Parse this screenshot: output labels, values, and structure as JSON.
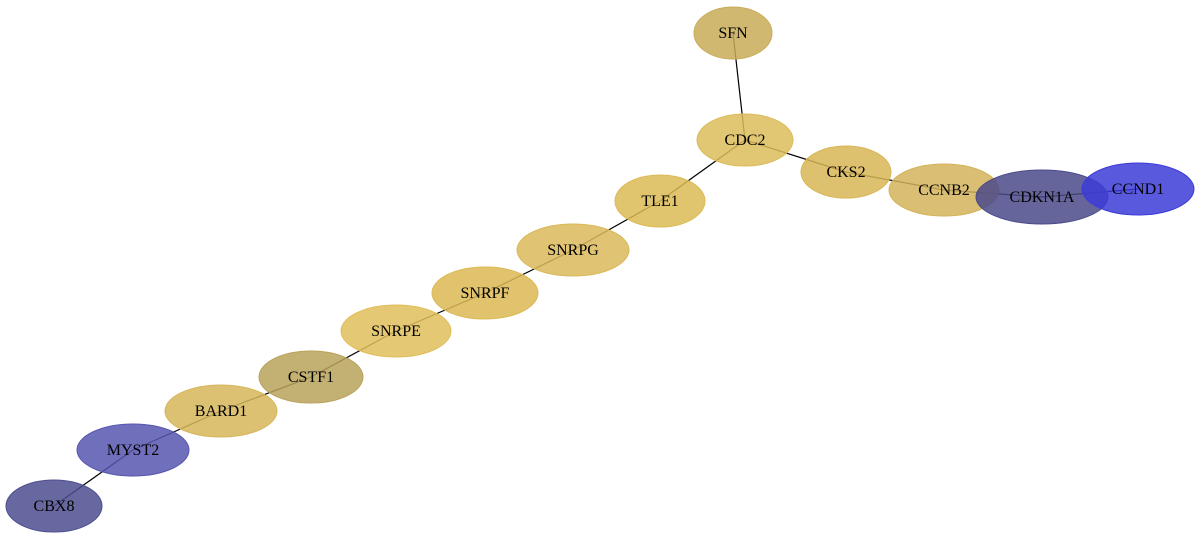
{
  "colors": {
    "gold": "#D6AE3E",
    "gold_light": "#DDB853",
    "olive": "#B8A055",
    "slate_blue": "#4E4E95",
    "periwinkle": "#5A5AB5",
    "bright_blue": "#4C4CE0",
    "edge": "#000000"
  },
  "nodes": [
    {
      "id": "SFN",
      "label": "SFN",
      "color": "#C9AC58"
    },
    {
      "id": "CDC2",
      "label": "CDC2",
      "color": "#DCBC5A"
    },
    {
      "id": "CKS2",
      "label": "CKS2",
      "color": "#D8B656"
    },
    {
      "id": "CCNB2",
      "label": "CCNB2",
      "color": "#D3B35A"
    },
    {
      "id": "CDKN1A",
      "label": "CDKN1A",
      "color": "#4A4A8A"
    },
    {
      "id": "CCND1",
      "label": "CCND1",
      "color": "#3C3CD8"
    },
    {
      "id": "TLE1",
      "label": "TLE1",
      "color": "#DCBA55"
    },
    {
      "id": "SNRPG",
      "label": "SNRPG",
      "color": "#DAB95A"
    },
    {
      "id": "SNRPF",
      "label": "SNRPF",
      "color": "#DCB955"
    },
    {
      "id": "SNRPE",
      "label": "SNRPE",
      "color": "#E0BE5A"
    },
    {
      "id": "CSTF1",
      "label": "CSTF1",
      "color": "#B9A25A"
    },
    {
      "id": "BARD1",
      "label": "BARD1",
      "color": "#D6B65B"
    },
    {
      "id": "MYST2",
      "label": "MYST2",
      "color": "#5656B0"
    },
    {
      "id": "CBX8",
      "label": "CBX8",
      "color": "#4E4E90"
    }
  ],
  "edges": [
    {
      "source": "SFN",
      "target": "CDC2"
    },
    {
      "source": "CDC2",
      "target": "CKS2"
    },
    {
      "source": "CDC2",
      "target": "TLE1"
    },
    {
      "source": "CKS2",
      "target": "CCNB2"
    },
    {
      "source": "CCNB2",
      "target": "CDKN1A"
    },
    {
      "source": "CDKN1A",
      "target": "CCND1"
    },
    {
      "source": "TLE1",
      "target": "SNRPG"
    },
    {
      "source": "SNRPG",
      "target": "SNRPF"
    },
    {
      "source": "SNRPF",
      "target": "SNRPE"
    },
    {
      "source": "SNRPE",
      "target": "CSTF1"
    },
    {
      "source": "CSTF1",
      "target": "BARD1"
    },
    {
      "source": "BARD1",
      "target": "MYST2"
    },
    {
      "source": "MYST2",
      "target": "CBX8"
    }
  ]
}
